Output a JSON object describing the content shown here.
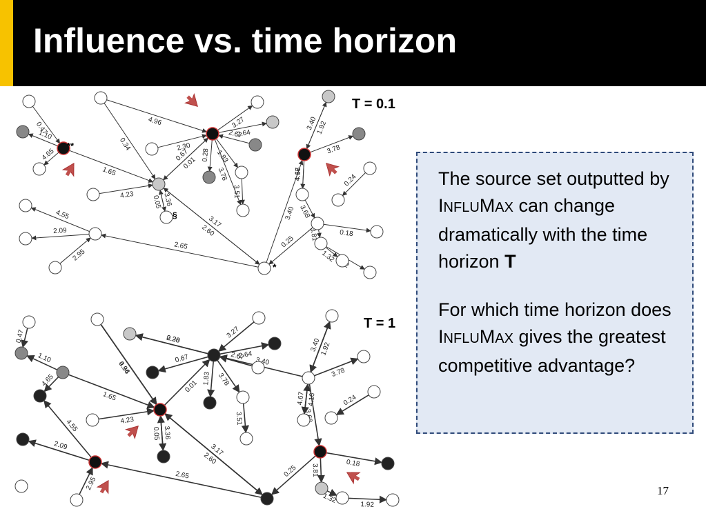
{
  "slide": {
    "title": "Influence vs. time horizon",
    "page_number": "17",
    "accent_color": "#f7c200"
  },
  "labels": {
    "t_top": "T = 0.1",
    "t_bottom": "T = 1",
    "markers": {
      "double_star": "**",
      "star": "*",
      "section": "§"
    }
  },
  "info_box": {
    "p1_before": "The source set outputted by ",
    "p1_brand": "InfluMax",
    "p1_after": " can change dramatically with the time horizon ",
    "p1_emph": "T",
    "p2_before": "For which time horizon does ",
    "p2_brand": "InfluMax",
    "p2_after": " gives the greatest competitive advantage?"
  },
  "graphs": {
    "top": {
      "edge_labels": [
        "0.47",
        "4.96",
        "3.27",
        "2.64",
        "0.28",
        "2.30",
        "0.67",
        "2.67",
        "1.83",
        "3.78",
        "0.01",
        "3.51",
        "1.10",
        "4.65",
        "1.65",
        "4.23",
        "0.05",
        "3.36",
        "4.55",
        "2.95",
        "2.09",
        "3.17",
        "2.60",
        "2.65",
        "1.92",
        "3.40",
        "3.78",
        "3.40",
        "4.67",
        "4.16",
        "0.24",
        "3.68",
        "0.18",
        "3.81",
        "0.25",
        "1.32",
        "1.92",
        "0.34"
      ]
    },
    "bottom": {
      "edge_labels": [
        "0.47",
        "4.96",
        "3.27",
        "2.64",
        "0.28",
        "2.30",
        "0.67",
        "2.67",
        "1.83",
        "3.78",
        "0.01",
        "3.51",
        "1.10",
        "4.65",
        "1.65",
        "4.23",
        "0.05",
        "3.36",
        "4.55",
        "2.95",
        "2.09",
        "3.17",
        "2.60",
        "2.65",
        "1.92",
        "3.40",
        "3.78",
        "3.40",
        "4.67",
        "4.16",
        "0.24",
        "3.68",
        "0.18",
        "3.81",
        "0.25",
        "1.32",
        "1.92",
        "0.34"
      ]
    }
  }
}
